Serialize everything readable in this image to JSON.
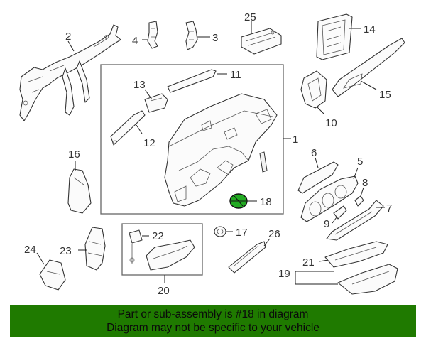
{
  "diagram": {
    "callouts": {
      "p1": "1",
      "p2": "2",
      "p3": "3",
      "p4": "4",
      "p5": "5",
      "p6": "6",
      "p7": "7",
      "p8": "8",
      "p9": "9",
      "p10": "10",
      "p11": "11",
      "p12": "12",
      "p13": "13",
      "p14": "14",
      "p15": "15",
      "p16": "16",
      "p17": "17",
      "p18": "18",
      "p19": "19",
      "p20": "20",
      "p21": "21",
      "p22": "22",
      "p23": "23",
      "p24": "24",
      "p25": "25",
      "p26": "26"
    },
    "highlighted_part": "18",
    "highlight_color": "#22aa22"
  },
  "banner": {
    "line1": "Part or sub-assembly is #18 in diagram",
    "line2": "Diagram may not be specific to your vehicle",
    "background": "#1f7a00"
  }
}
